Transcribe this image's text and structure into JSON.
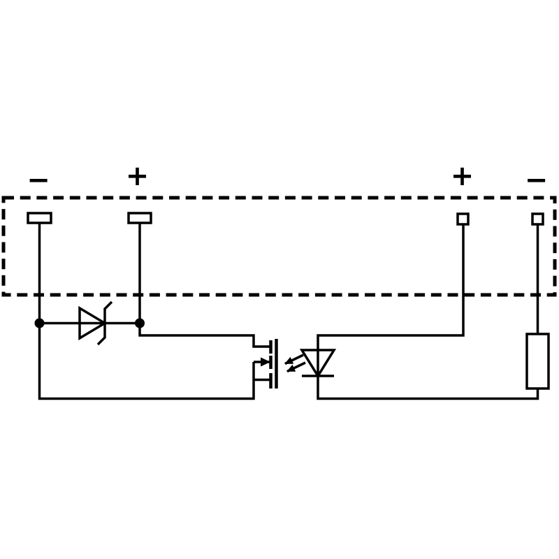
{
  "page": {
    "background": "#ffffff"
  },
  "diagram": {
    "kind": "circuit-wiring-schematic",
    "line_color": "#000000",
    "symbol_fill": "#ffffff",
    "terminals": [
      {
        "position": "top-left",
        "label": "−"
      },
      {
        "position": "top-center-left",
        "label": "+"
      },
      {
        "position": "top-center-right",
        "label": "+"
      },
      {
        "position": "top-right",
        "label": "−"
      }
    ],
    "symbols": [
      "dashed-module-boundary",
      "terminal-pad",
      "zener-diode",
      "photomos-output-transistor",
      "light-emission-arrows",
      "led-emitter",
      "resistor",
      "junction-dot"
    ]
  }
}
